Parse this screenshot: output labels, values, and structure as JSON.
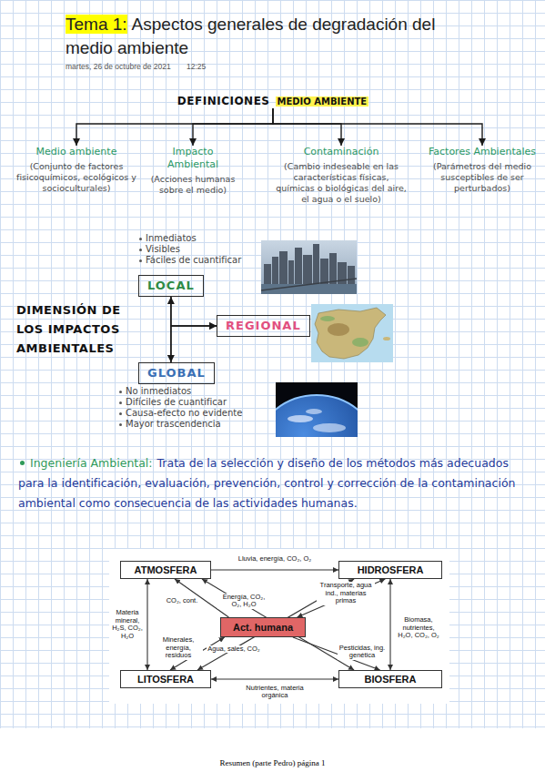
{
  "diagram": {
    "title": "Aspectos generales de degradación del medio ambiente",
    "nodes": [
      {
        "text": [
          "DEFINICIONES",
          "MEDIO AMBIENTE"
        ]
      },
      {
        "text": [
          "Medio ambiente",
          "(Conjunto de factores fisicoquímicos, ecológicos y socioculturales)"
        ]
      },
      {
        "text": [
          "Impacto Ambiental",
          "(Acciones humanas sobre el medio)"
        ]
      },
      {
        "text": [
          "Contaminación",
          "(Cambio indeseable en las características físicas, químicas o biológicas del aire, el agua o el suelo)"
        ]
      },
      {
        "text": [
          "Factores Ambientales",
          "(Parámetros del medio susceptibles de ser perturbados)"
        ]
      },
      {
        "text": [
          "LOCAL"
        ]
      },
      {
        "text": [
          "REGIONAL"
        ]
      },
      {
        "text": [
          "GLOBAL"
        ]
      },
      {
        "text": [
          "ATMOSFERA"
        ]
      },
      {
        "text": [
          "HIDROSFERA"
        ]
      },
      {
        "text": [
          "Act. humana"
        ]
      },
      {
        "text": [
          "LITOSFERA"
        ]
      },
      {
        "text": [
          "BIOSFERA"
        ]
      }
    ],
    "edges": [
      {
        "from": 0,
        "to": 1,
        "arrow": "to"
      },
      {
        "from": 0,
        "to": 2,
        "arrow": "to"
      },
      {
        "from": 0,
        "to": 3,
        "arrow": "to"
      },
      {
        "from": 0,
        "to": 4,
        "arrow": "to"
      },
      {
        "from": 5,
        "to": 7,
        "arrow": "both"
      },
      {
        "from": 5,
        "to": 6,
        "arrow": "to"
      },
      {
        "from": 7,
        "to": 6,
        "arrow": "to"
      },
      {
        "from": 8,
        "to": 9,
        "label": "Lluvia, energía, CO₂, O₂",
        "arrow": "to"
      },
      {
        "from": 11,
        "to": 8,
        "label": "Materia mineral, H₂S, CO₂, H₂O",
        "arrow": "both"
      },
      {
        "from": 9,
        "to": 12,
        "label": "Biomasa, nutrientes, H₂O, CO₂, O₂",
        "arrow": "both"
      },
      {
        "from": 12,
        "to": 11,
        "label": "Nutrientes, materia orgánica",
        "arrow": "both"
      },
      {
        "from": 10,
        "to": 8,
        "label": "CO₂, cont.",
        "arrow": "to"
      },
      {
        "from": 8,
        "to": 12,
        "label": "Energía, CO₂, O₂, H₂O",
        "arrow": "both"
      },
      {
        "from": 10,
        "to": 9,
        "label": "Transporte, agua ind., materias primas",
        "arrow": "both"
      },
      {
        "from": 9,
        "to": 11,
        "label": "Agua, sales, CO₂",
        "arrow": "both"
      },
      {
        "from": 11,
        "to": 10,
        "label": "Minerales, energía, residuos",
        "arrow": "both"
      },
      {
        "from": 10,
        "to": 12,
        "label": "Pesticidas, ing. genética",
        "arrow": "to"
      }
    ],
    "labels": [
      "Tema 1:",
      "martes, 26 de octubre de 2021",
      "12:25",
      "Inmediatos",
      "Visibles",
      "Fáciles de cuantificar",
      "DIMENSIÓN DE LOS IMPACTOS AMBIENTALES",
      "No inmediatos",
      "Difíciles de cuantificar",
      "Causa-efecto no evidente",
      "Mayor trascendencia",
      "Ingeniería Ambiental:",
      "Trata de la selección y diseño de los métodos más adecuados para la identificación, evaluación, prevención, control y corrección de la contaminación ambiental como consecuencia de las actividades humanas.",
      "Resumen (parte Pedro) página 1"
    ]
  }
}
